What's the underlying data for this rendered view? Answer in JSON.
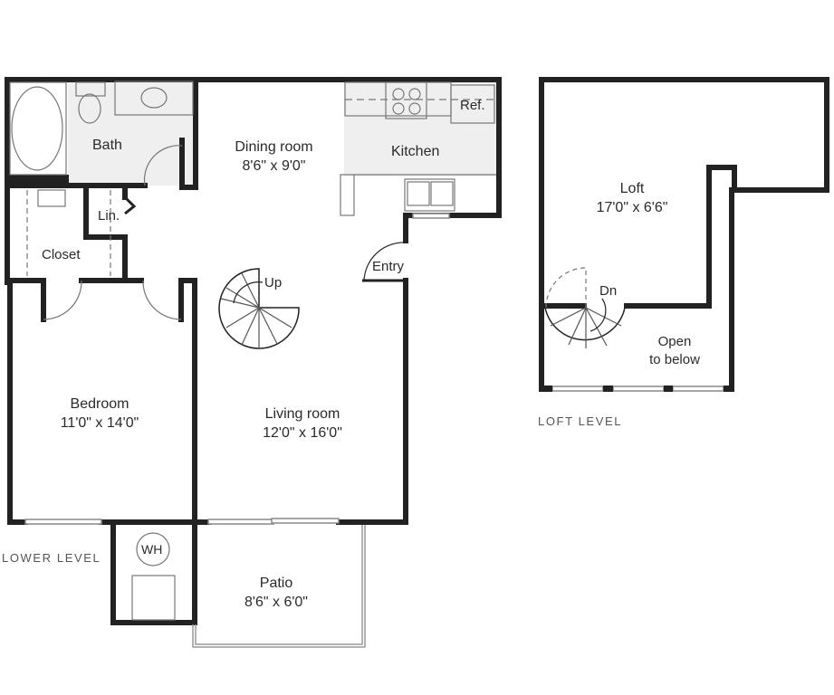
{
  "levels": {
    "lower": "LOWER LEVEL",
    "loft": "LOFT LEVEL"
  },
  "rooms": {
    "bath": {
      "name": "Bath"
    },
    "dining": {
      "name": "Dining room",
      "size": "8'6\" x 9'0\""
    },
    "kitchen": {
      "name": "Kitchen"
    },
    "refrigerator": {
      "name": "Ref."
    },
    "linen": {
      "name": "Lin."
    },
    "closet": {
      "name": "Closet"
    },
    "entry": {
      "name": "Entry"
    },
    "stairs_up": {
      "name": "Up"
    },
    "bedroom": {
      "name": "Bedroom",
      "size": "11'0\" x 14'0\""
    },
    "living": {
      "name": "Living room",
      "size": "12'0\" x 16'0\""
    },
    "water_heater": {
      "name": "WH"
    },
    "patio": {
      "name": "Patio",
      "size": "8'6\" x 6'0\""
    },
    "loft": {
      "name": "Loft",
      "size": "17'0\" x 6'6\""
    },
    "stairs_down": {
      "name": "Dn"
    },
    "open_below": {
      "line1": "Open",
      "line2": "to below"
    }
  },
  "colors": {
    "wall": "#222222",
    "floor_shade": "#efefef",
    "fixture": "#777777"
  }
}
